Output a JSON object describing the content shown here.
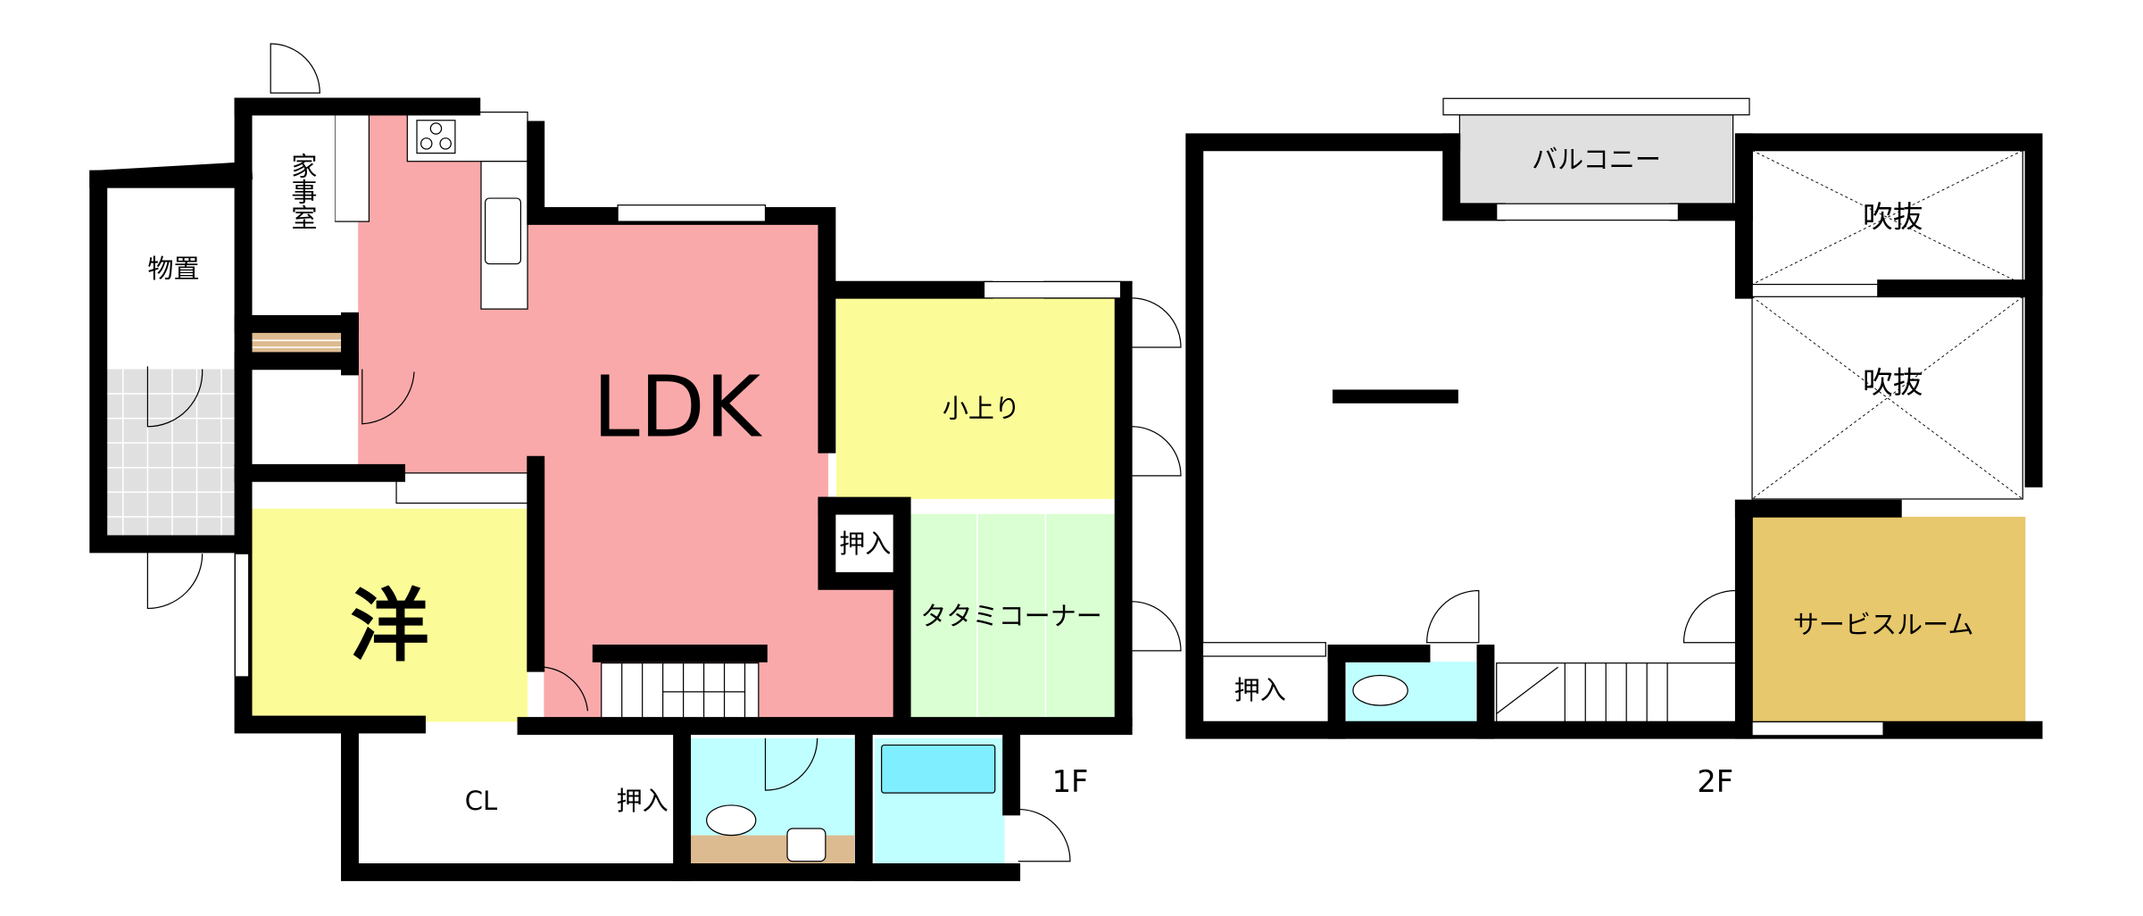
{
  "floor1": {
    "label": "1F",
    "rooms": {
      "storage": "物置",
      "utility": "家事室",
      "ldk": "LDK",
      "western": "洋",
      "raised": "小上り",
      "closet_small": "押入",
      "tatami": "タタミコーナー",
      "cl": "CL",
      "closet": "押入"
    }
  },
  "floor2": {
    "label": "2F",
    "rooms": {
      "balcony": "バルコニー",
      "void1": "吹抜",
      "void2": "吹抜",
      "service": "サービスルーム",
      "closet": "押入"
    }
  },
  "colors": {
    "ldk": "#FAA9AA",
    "western": "#FBFB98",
    "tatami": "#D9FFD2",
    "water": "#BFFFFF",
    "service": "#E8C86C",
    "balcony": "#E0E0E0",
    "tile": "#E0E0E0",
    "vanity": "#DDBB90"
  }
}
